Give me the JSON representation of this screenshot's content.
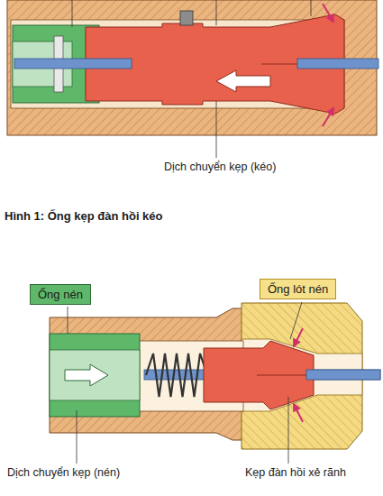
{
  "diagram": {
    "caption": "Hình 1: Ống kẹp đàn hồi kéo",
    "nodes": [
      {
        "text": [
          "Ống nén"
        ]
      },
      {
        "text": [
          "Ống lót nén"
        ]
      }
    ],
    "labels": [
      "Dịch chuyển kẹp (kéo)",
      "Dịch chuyển kẹp (nén)",
      "Kẹp đàn hồi xẻ rãnh"
    ]
  }
}
